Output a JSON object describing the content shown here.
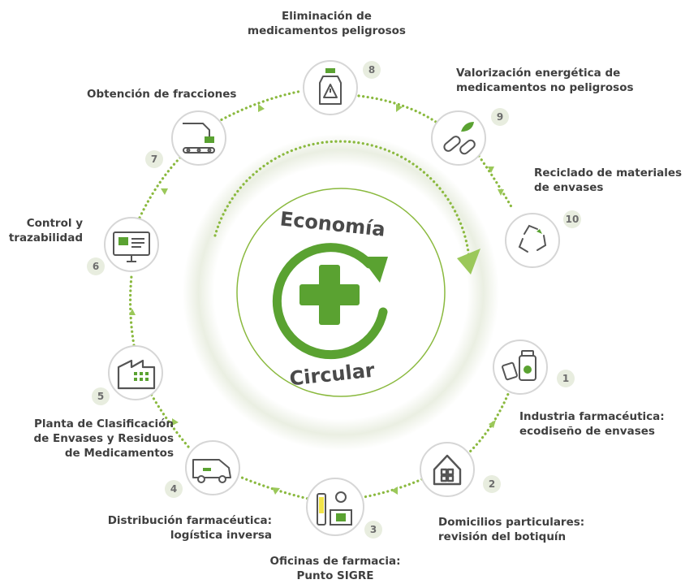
{
  "center": {
    "title_top": "Economía",
    "title_bottom": "Circular"
  },
  "colors": {
    "accent_green": "#5aa231",
    "dot_green": "#8ab93e",
    "ring_light": "#e8eddf",
    "badge_bg": "#e8eddf",
    "text_dark": "#3f3f3f",
    "icon_gray": "#555555"
  },
  "steps": [
    {
      "number": "1",
      "icon": "pharma-products-icon",
      "label_lines": [
        "Industria farmacéutica:",
        "ecodiseño de envases"
      ]
    },
    {
      "number": "2",
      "icon": "house-icon",
      "label_lines": [
        "Domicilios particulares:",
        "revisión del botiquín"
      ]
    },
    {
      "number": "3",
      "icon": "pharmacy-sigre-point-icon",
      "label_lines": [
        "Oficinas de farmacia:",
        "Punto SIGRE"
      ]
    },
    {
      "number": "4",
      "icon": "delivery-van-icon",
      "label_lines": [
        "Distribución farmacéutica:",
        "logística inversa"
      ]
    },
    {
      "number": "5",
      "icon": "factory-icon",
      "label_lines": [
        "Planta de Clasificación",
        "de Envases y Residuos",
        "de Medicamentos"
      ]
    },
    {
      "number": "6",
      "icon": "computer-monitor-icon",
      "label_lines": [
        "Control y",
        "trazabilidad"
      ]
    },
    {
      "number": "7",
      "icon": "robotic-sorting-icon",
      "label_lines": [
        "Obtención de fracciones"
      ]
    },
    {
      "number": "8",
      "icon": "hazard-bottle-icon",
      "label_lines": [
        "Eliminación de",
        "medicamentos peligrosos"
      ]
    },
    {
      "number": "9",
      "icon": "capsule-leaf-icon",
      "label_lines": [
        "Valorización energética de",
        "medicamentos no peligrosos"
      ]
    },
    {
      "number": "10",
      "icon": "recycle-icon",
      "label_lines": [
        "Reciclado de materiales",
        "de envases"
      ]
    }
  ]
}
